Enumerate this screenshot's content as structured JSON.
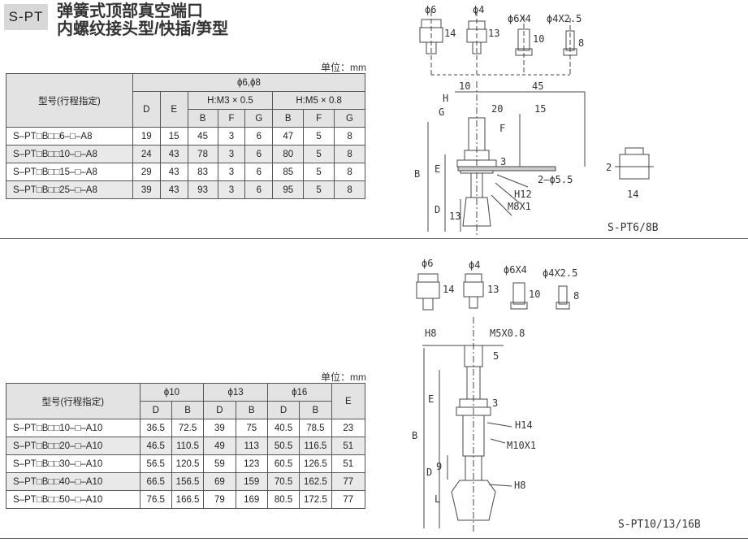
{
  "badge": "S-PT",
  "title_line1": "弹簧式顶部真空端口",
  "title_line2": "内螺纹接头型/快插/笋型",
  "table1": {
    "unit": "单位：mm",
    "model_header": "型号(行程指定)",
    "group_header": "ϕ6,ϕ8",
    "col_D": "D",
    "col_E": "E",
    "h1": "H:M3 × 0.5",
    "h2": "H:M5 × 0.8",
    "sub": [
      "B",
      "F",
      "G",
      "B",
      "F",
      "G"
    ],
    "rows": [
      [
        "S–PT□B□□6–□–A8",
        "19",
        "15",
        "45",
        "3",
        "6",
        "47",
        "5",
        "8"
      ],
      [
        "S–PT□B□□10–□–A8",
        "24",
        "43",
        "78",
        "3",
        "6",
        "80",
        "5",
        "8"
      ],
      [
        "S–PT□B□□15–□–A8",
        "29",
        "43",
        "83",
        "3",
        "6",
        "85",
        "5",
        "8"
      ],
      [
        "S–PT□B□□25–□–A8",
        "39",
        "43",
        "93",
        "3",
        "6",
        "95",
        "5",
        "8"
      ]
    ]
  },
  "table2": {
    "unit": "单位：mm",
    "model_header": "型号(行程指定)",
    "g1": "ϕ10",
    "g2": "ϕ13",
    "g3": "ϕ16",
    "col_E": "E",
    "sub": [
      "D",
      "B",
      "D",
      "B",
      "D",
      "B"
    ],
    "rows": [
      [
        "S–PT□B□□10–□–A10",
        "36.5",
        "72.5",
        "39",
        "75",
        "40.5",
        "78.5",
        "23"
      ],
      [
        "S–PT□B□□20–□–A10",
        "46.5",
        "110.5",
        "49",
        "113",
        "50.5",
        "116.5",
        "51"
      ],
      [
        "S–PT□B□□30–□–A10",
        "56.5",
        "120.5",
        "59",
        "123",
        "60.5",
        "126.5",
        "51"
      ],
      [
        "S–PT□B□□40–□–A10",
        "66.5",
        "156.5",
        "69",
        "159",
        "70.5",
        "162.5",
        "77"
      ],
      [
        "S–PT□B□□50–□–A10",
        "76.5",
        "166.5",
        "79",
        "169",
        "80.5",
        "172.5",
        "77"
      ]
    ]
  },
  "drawing1": {
    "caption": "S-PT6/8B",
    "fit_labels": [
      "ϕ6",
      "ϕ4",
      "ϕ6X4",
      "ϕ4X2.5"
    ],
    "fit_dims": [
      "14",
      "13",
      "10",
      "8"
    ],
    "dims": [
      "10",
      "45",
      "H",
      "G",
      "20",
      "15",
      "F",
      "B",
      "E",
      "3",
      "2–ϕ5.5",
      "H12",
      "D",
      "M8X1",
      "13",
      "2",
      "14"
    ]
  },
  "drawing2": {
    "caption": "S-PT10/13/16B",
    "fit_labels": [
      "ϕ6",
      "ϕ4",
      "ϕ6X4",
      "ϕ4X2.5"
    ],
    "fit_dims": [
      "14",
      "13",
      "10",
      "8"
    ],
    "dims": [
      "H8",
      "M5X0.8",
      "5",
      "E",
      "3",
      "H14",
      "B",
      "M10X1",
      "D",
      "9",
      "H8",
      "L"
    ]
  }
}
